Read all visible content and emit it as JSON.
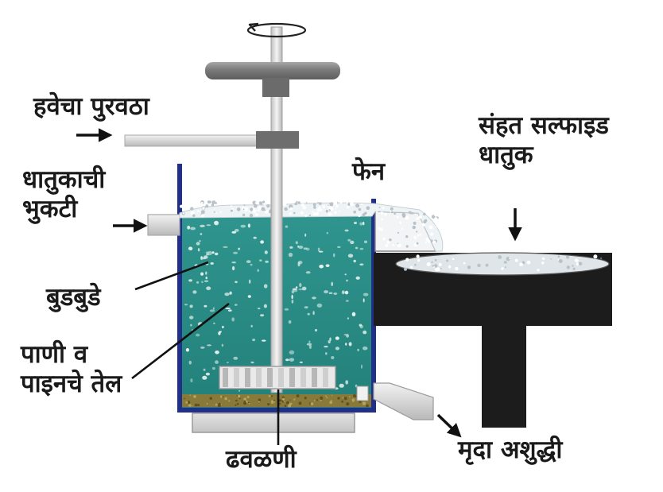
{
  "labels": {
    "air_supply": "हवेचा पुरवठा",
    "ore_powder_line1": "धातुकाची",
    "ore_powder_line2": "भुकटी",
    "bubbles": "बुडबुडे",
    "water_pine_oil_line1": "पाणी व",
    "water_pine_oil_line2": "पाइनचे तेल",
    "froth": "फेन",
    "sulphide_ore_line1": "संहत सल्फाइड",
    "sulphide_ore_line2": "धातुक",
    "stirrer": "ढवळणी",
    "gangue": "मृदा अशुद्धी"
  },
  "colors": {
    "water": "#2a8a84",
    "tank_wall": "#1f2f8a",
    "froth": "#eef3f6",
    "collector": "#1c1c1c",
    "sediment": "#8a7a3a",
    "metal_grey": "#8d8d8d",
    "pipe_light": "#d9d9d9",
    "label_text": "#1a1a1a"
  },
  "icons": [
    "rotation-arrow-icon",
    "arrow-icon"
  ]
}
